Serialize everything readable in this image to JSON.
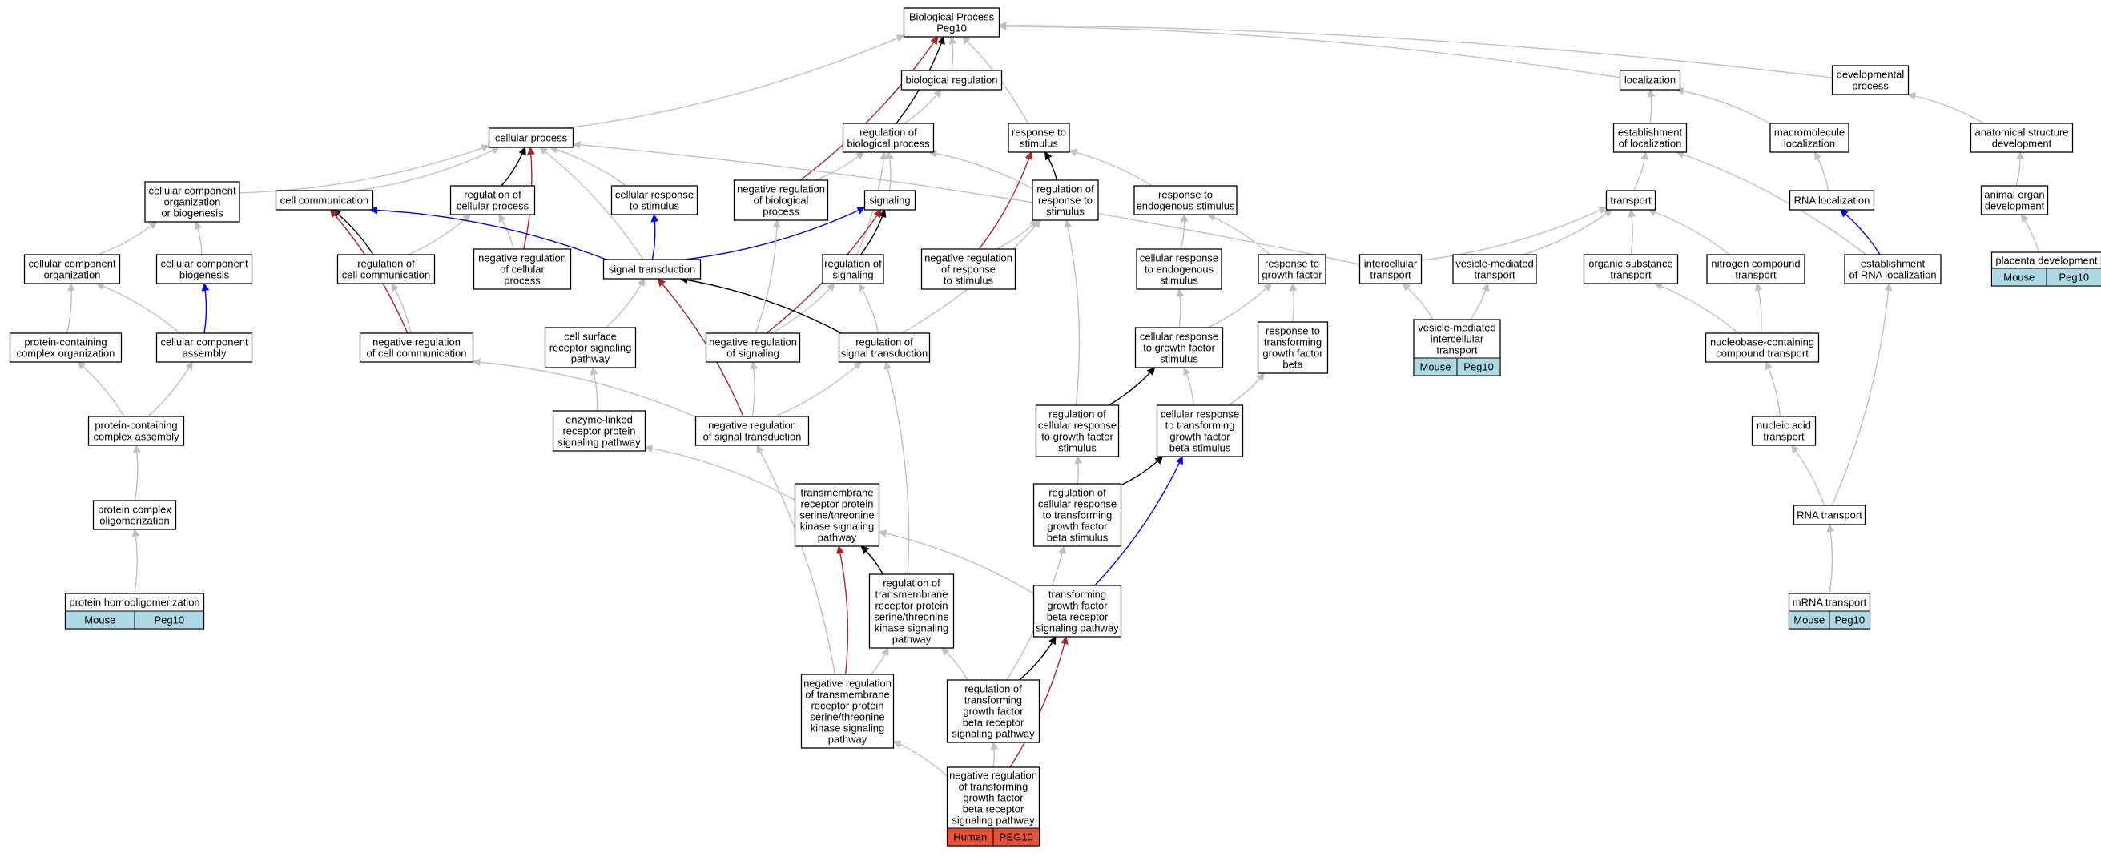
{
  "colors": {
    "edge_default": "#c0c0c0",
    "edge_black": "#000000",
    "edge_red": "#b22222",
    "edge_blue": "#0000ee",
    "mouse_tag": "#add8e6",
    "human_tag": "#e8503a"
  },
  "nodes": {
    "bp": {
      "lines": [
        "Biological Process",
        "Peg10"
      ]
    },
    "bioreg": {
      "lines": [
        "biological regulation"
      ]
    },
    "localization": {
      "lines": [
        "localization"
      ]
    },
    "devproc": {
      "lines": [
        "developmental",
        "process"
      ]
    },
    "cellproc": {
      "lines": [
        "cellular process"
      ]
    },
    "regbio": {
      "lines": [
        "regulation of",
        "biological process"
      ]
    },
    "resp": {
      "lines": [
        "response to",
        "stimulus"
      ]
    },
    "estloc": {
      "lines": [
        "establishment",
        "of localization"
      ]
    },
    "macroloc": {
      "lines": [
        "macromolecule",
        "localization"
      ]
    },
    "anatdev": {
      "lines": [
        "anatomical structure",
        "development"
      ]
    },
    "ccob": {
      "lines": [
        "cellular component",
        "organization",
        "or biogenesis"
      ]
    },
    "cellcomm": {
      "lines": [
        "cell communication"
      ]
    },
    "regcell": {
      "lines": [
        "regulation of",
        "cellular process"
      ]
    },
    "cellresp": {
      "lines": [
        "cellular response",
        "to stimulus"
      ]
    },
    "negregbio": {
      "lines": [
        "negative regulation",
        "of biological",
        "process"
      ]
    },
    "signaling": {
      "lines": [
        "signaling"
      ]
    },
    "regresp": {
      "lines": [
        "regulation of",
        "response to",
        "stimulus"
      ]
    },
    "respendo": {
      "lines": [
        "response to",
        "endogenous stimulus"
      ]
    },
    "transport": {
      "lines": [
        "transport"
      ]
    },
    "rnaloc": {
      "lines": [
        "RNA localization"
      ]
    },
    "animorg": {
      "lines": [
        "animal organ",
        "development"
      ]
    },
    "ccorg": {
      "lines": [
        "cellular component",
        "organization"
      ]
    },
    "ccbio": {
      "lines": [
        "cellular component",
        "biogenesis"
      ]
    },
    "regcomm": {
      "lines": [
        "regulation of",
        "cell communication"
      ]
    },
    "negregcell": {
      "lines": [
        "negative regulation",
        "of cellular",
        "process"
      ]
    },
    "sigtrans": {
      "lines": [
        "signal transduction"
      ]
    },
    "regsig": {
      "lines": [
        "regulation of",
        "signaling"
      ]
    },
    "negregresp": {
      "lines": [
        "negative regulation",
        "of response",
        "to stimulus"
      ]
    },
    "cellrespendo": {
      "lines": [
        "cellular response",
        "to endogenous",
        "stimulus"
      ]
    },
    "respgf": {
      "lines": [
        "response to",
        "growth factor"
      ]
    },
    "intercell": {
      "lines": [
        "intercellular",
        "transport"
      ]
    },
    "vesmed": {
      "lines": [
        "vesicle-mediated",
        "transport"
      ]
    },
    "orgsub": {
      "lines": [
        "organic substance",
        "transport"
      ]
    },
    "nitro": {
      "lines": [
        "nitrogen compound",
        "transport"
      ]
    },
    "estrna": {
      "lines": [
        "establishment",
        "of RNA localization"
      ]
    },
    "placenta": {
      "lines": [
        "placenta development"
      ],
      "tag": [
        "Mouse",
        "Peg10"
      ]
    },
    "pcco": {
      "lines": [
        "protein-containing",
        "complex organization"
      ]
    },
    "ccasm": {
      "lines": [
        "cellular component",
        "assembly"
      ]
    },
    "negregcomm": {
      "lines": [
        "negative regulation",
        "of cell communication"
      ]
    },
    "csrsp": {
      "lines": [
        "cell surface",
        "receptor signaling",
        "pathway"
      ]
    },
    "negregsig": {
      "lines": [
        "negative regulation",
        "of signaling"
      ]
    },
    "regsigtrans": {
      "lines": [
        "regulation of",
        "signal transduction"
      ]
    },
    "cellrespgf": {
      "lines": [
        "cellular response",
        "to growth factor",
        "stimulus"
      ]
    },
    "resptgfb": {
      "lines": [
        "response to",
        "transforming",
        "growth factor",
        "beta"
      ]
    },
    "vmit": {
      "lines": [
        "vesicle-mediated",
        "intercellular",
        "transport"
      ],
      "tag": [
        "Mouse",
        "Peg10"
      ]
    },
    "nbcct": {
      "lines": [
        "nucleobase-containing",
        "compound transport"
      ]
    },
    "pcca": {
      "lines": [
        "protein-containing",
        "complex assembly"
      ]
    },
    "enzlink": {
      "lines": [
        "enzyme-linked",
        "receptor protein",
        "signaling pathway"
      ]
    },
    "negregsigtrans": {
      "lines": [
        "negative regulation",
        "of signal transduction"
      ]
    },
    "regcellrespgf": {
      "lines": [
        "regulation of",
        "cellular response",
        "to growth factor",
        "stimulus"
      ]
    },
    "cellresptgfb": {
      "lines": [
        "cellular response",
        "to transforming",
        "growth factor",
        "beta stimulus"
      ]
    },
    "nucacid": {
      "lines": [
        "nucleic acid",
        "transport"
      ]
    },
    "protcomplex": {
      "lines": [
        "protein complex",
        "oligomerization"
      ]
    },
    "tmrsts": {
      "lines": [
        "transmembrane",
        "receptor protein",
        "serine/threonine",
        "kinase signaling",
        "pathway"
      ]
    },
    "regcrtgfb": {
      "lines": [
        "regulation of",
        "cellular response",
        "to transforming",
        "growth factor",
        "beta stimulus"
      ]
    },
    "rnatrans": {
      "lines": [
        "RNA transport"
      ]
    },
    "regtmrsts": {
      "lines": [
        "regulation of",
        "transmembrane",
        "receptor protein",
        "serine/threonine",
        "kinase signaling",
        "pathway"
      ]
    },
    "tgfbrsp": {
      "lines": [
        "transforming",
        "growth factor",
        "beta receptor",
        "signaling pathway"
      ]
    },
    "protho": {
      "lines": [
        "protein homooligomerization"
      ],
      "tag": [
        "Mouse",
        "Peg10"
      ]
    },
    "mrnatrans": {
      "lines": [
        "mRNA transport"
      ],
      "tag": [
        "Mouse",
        "Peg10"
      ]
    },
    "negregtmrsts": {
      "lines": [
        "negative regulation",
        "of transmembrane",
        "receptor protein",
        "serine/threonine",
        "kinase signaling",
        "pathway"
      ]
    },
    "regtgfbrsp": {
      "lines": [
        "regulation of",
        "transforming",
        "growth factor",
        "beta receptor",
        "signaling pathway"
      ]
    },
    "negregtgfbrsp": {
      "lines": [
        "negative regulation",
        "of transforming",
        "growth factor",
        "beta receptor",
        "signaling pathway"
      ],
      "tag": [
        "Human",
        "PEG10"
      ]
    }
  },
  "edges": [
    [
      "bioreg",
      "bp",
      "gray"
    ],
    [
      "localization",
      "bp",
      "gray"
    ],
    [
      "devproc",
      "bp",
      "gray"
    ],
    [
      "cellproc",
      "bp",
      "gray"
    ],
    [
      "regbio",
      "bp",
      "black"
    ],
    [
      "resp",
      "bp",
      "gray"
    ],
    [
      "regbio",
      "bioreg",
      "gray"
    ],
    [
      "estloc",
      "localization",
      "gray"
    ],
    [
      "macroloc",
      "localization",
      "gray"
    ],
    [
      "anatdev",
      "devproc",
      "gray"
    ],
    [
      "ccob",
      "cellproc",
      "gray"
    ],
    [
      "cellcomm",
      "cellproc",
      "gray"
    ],
    [
      "regcell",
      "cellproc",
      "black"
    ],
    [
      "cellresp",
      "cellproc",
      "gray"
    ],
    [
      "negregbio",
      "regbio",
      "gray"
    ],
    [
      "negregbio",
      "bp",
      "red"
    ],
    [
      "signaling",
      "regbio",
      "gray"
    ],
    [
      "regresp",
      "regbio",
      "gray"
    ],
    [
      "regresp",
      "resp",
      "black"
    ],
    [
      "respendo",
      "resp",
      "gray"
    ],
    [
      "transport",
      "estloc",
      "gray"
    ],
    [
      "rnaloc",
      "macroloc",
      "gray"
    ],
    [
      "animorg",
      "anatdev",
      "gray"
    ],
    [
      "ccorg",
      "ccob",
      "gray"
    ],
    [
      "ccbio",
      "ccob",
      "gray"
    ],
    [
      "regcomm",
      "cellcomm",
      "black"
    ],
    [
      "regcomm",
      "regcell",
      "gray"
    ],
    [
      "negregcell",
      "regcell",
      "gray"
    ],
    [
      "negregcell",
      "cellproc",
      "red"
    ],
    [
      "sigtrans",
      "cellcomm",
      "blue"
    ],
    [
      "sigtrans",
      "cellresp",
      "blue"
    ],
    [
      "sigtrans",
      "signaling",
      "blue"
    ],
    [
      "sigtrans",
      "cellproc",
      "gray"
    ],
    [
      "regsig",
      "signaling",
      "black"
    ],
    [
      "regsig",
      "regbio",
      "gray"
    ],
    [
      "negregresp",
      "regresp",
      "gray"
    ],
    [
      "negregresp",
      "resp",
      "red"
    ],
    [
      "cellrespendo",
      "respendo",
      "gray"
    ],
    [
      "respgf",
      "respendo",
      "gray"
    ],
    [
      "intercell",
      "transport",
      "gray"
    ],
    [
      "intercell",
      "cellproc",
      "gray"
    ],
    [
      "vesmed",
      "transport",
      "gray"
    ],
    [
      "orgsub",
      "transport",
      "gray"
    ],
    [
      "nitro",
      "transport",
      "gray"
    ],
    [
      "estrna",
      "rnaloc",
      "blue"
    ],
    [
      "estrna",
      "estloc",
      "gray"
    ],
    [
      "placenta",
      "animorg",
      "gray"
    ],
    [
      "pcco",
      "ccorg",
      "gray"
    ],
    [
      "ccasm",
      "ccbio",
      "blue"
    ],
    [
      "ccasm",
      "ccorg",
      "gray"
    ],
    [
      "negregcomm",
      "regcomm",
      "gray"
    ],
    [
      "negregcomm",
      "cellcomm",
      "red"
    ],
    [
      "csrsp",
      "sigtrans",
      "gray"
    ],
    [
      "negregsig",
      "regsig",
      "gray"
    ],
    [
      "negregsig",
      "signaling",
      "red"
    ],
    [
      "negregsig",
      "negregbio",
      "gray"
    ],
    [
      "regsigtrans",
      "sigtrans",
      "black"
    ],
    [
      "regsigtrans",
      "regsig",
      "gray"
    ],
    [
      "regsigtrans",
      "regresp",
      "gray"
    ],
    [
      "cellrespgf",
      "respgf",
      "gray"
    ],
    [
      "cellrespgf",
      "cellrespendo",
      "gray"
    ],
    [
      "resptgfb",
      "respgf",
      "gray"
    ],
    [
      "vmit",
      "vesmed",
      "gray"
    ],
    [
      "vmit",
      "intercell",
      "gray"
    ],
    [
      "nbcct",
      "orgsub",
      "gray"
    ],
    [
      "nbcct",
      "nitro",
      "gray"
    ],
    [
      "pcca",
      "pcco",
      "gray"
    ],
    [
      "pcca",
      "ccasm",
      "gray"
    ],
    [
      "enzlink",
      "csrsp",
      "gray"
    ],
    [
      "negregsigtrans",
      "regsigtrans",
      "gray"
    ],
    [
      "negregsigtrans",
      "sigtrans",
      "red"
    ],
    [
      "negregsigtrans",
      "negregcomm",
      "gray"
    ],
    [
      "negregsigtrans",
      "negregsig",
      "gray"
    ],
    [
      "regcellrespgf",
      "cellrespgf",
      "black"
    ],
    [
      "regcellrespgf",
      "regresp",
      "gray"
    ],
    [
      "cellresptgfb",
      "cellrespgf",
      "gray"
    ],
    [
      "cellresptgfb",
      "resptgfb",
      "gray"
    ],
    [
      "nucacid",
      "nbcct",
      "gray"
    ],
    [
      "protcomplex",
      "pcca",
      "gray"
    ],
    [
      "tmrsts",
      "enzlink",
      "gray"
    ],
    [
      "regcrtgfb",
      "regcellrespgf",
      "gray"
    ],
    [
      "regcrtgfb",
      "cellresptgfb",
      "black"
    ],
    [
      "rnatrans",
      "nucacid",
      "gray"
    ],
    [
      "rnatrans",
      "estrna",
      "gray"
    ],
    [
      "regtmrsts",
      "tmrsts",
      "black"
    ],
    [
      "regtmrsts",
      "regsigtrans",
      "gray"
    ],
    [
      "tgfbrsp",
      "cellresptgfb",
      "blue"
    ],
    [
      "tgfbrsp",
      "tmrsts",
      "gray"
    ],
    [
      "protho",
      "protcomplex",
      "gray"
    ],
    [
      "mrnatrans",
      "rnatrans",
      "gray"
    ],
    [
      "negregtmrsts",
      "tmrsts",
      "red"
    ],
    [
      "negregtmrsts",
      "negregsigtrans",
      "gray"
    ],
    [
      "negregtmrsts",
      "regtmrsts",
      "gray"
    ],
    [
      "regtgfbrsp",
      "tgfbrsp",
      "black"
    ],
    [
      "regtgfbrsp",
      "regtmrsts",
      "gray"
    ],
    [
      "regtgfbrsp",
      "regcrtgfb",
      "gray"
    ],
    [
      "negregtgfbrsp",
      "regtgfbrsp",
      "gray"
    ],
    [
      "negregtgfbrsp",
      "negregtmrsts",
      "gray"
    ],
    [
      "negregtgfbrsp",
      "tgfbrsp",
      "red"
    ]
  ]
}
